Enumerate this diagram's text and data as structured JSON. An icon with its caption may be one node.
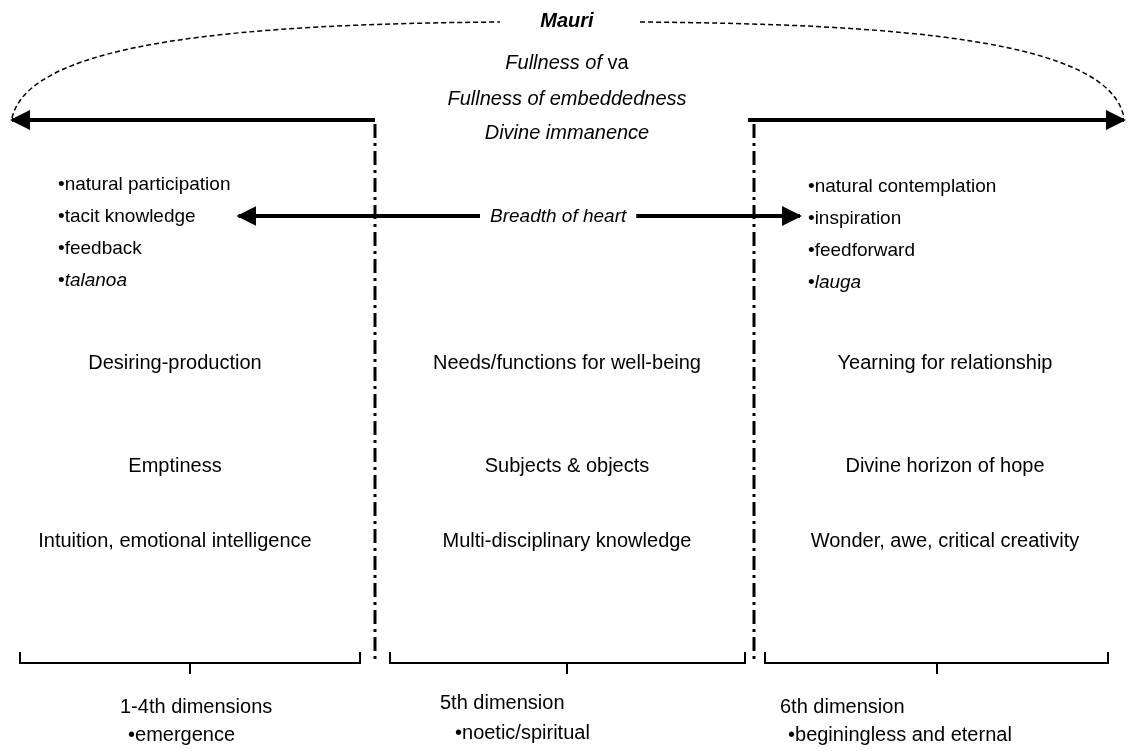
{
  "diagram": {
    "nodes": [
      {
        "text": [
          "Breadth of heart"
        ]
      },
      {
        "text": [
          "•natural participation",
          "•tacit knowledge",
          "•feedback",
          "•*talanoa*"
        ]
      },
      {
        "text": [
          "•natural contemplation",
          "•inspiration",
          "•feedforward",
          "•*lauga*"
        ]
      }
    ],
    "edges": [
      {
        "from": 0,
        "to": 1,
        "arrow": "to"
      },
      {
        "from": 0,
        "to": 2,
        "arrow": "to"
      }
    ],
    "labels": [
      "Mauri",
      "*Fullness of* va",
      "Fullness of embeddedness",
      "Divine immanence",
      "Desiring-production",
      "Needs/functions for well-being",
      "Yearning for relationship",
      "Emptiness",
      "Subjects & objects",
      "Divine horizon of hope",
      "Intuition, emotional intelligence",
      "Multi-disciplinary knowledge",
      "Wonder, awe, critical creativity",
      "1-4th dimensions",
      "5th dimension",
      "6th dimension",
      "•emergence",
      "•noetic/spiritual",
      "•beginingless and eternal"
    ]
  }
}
